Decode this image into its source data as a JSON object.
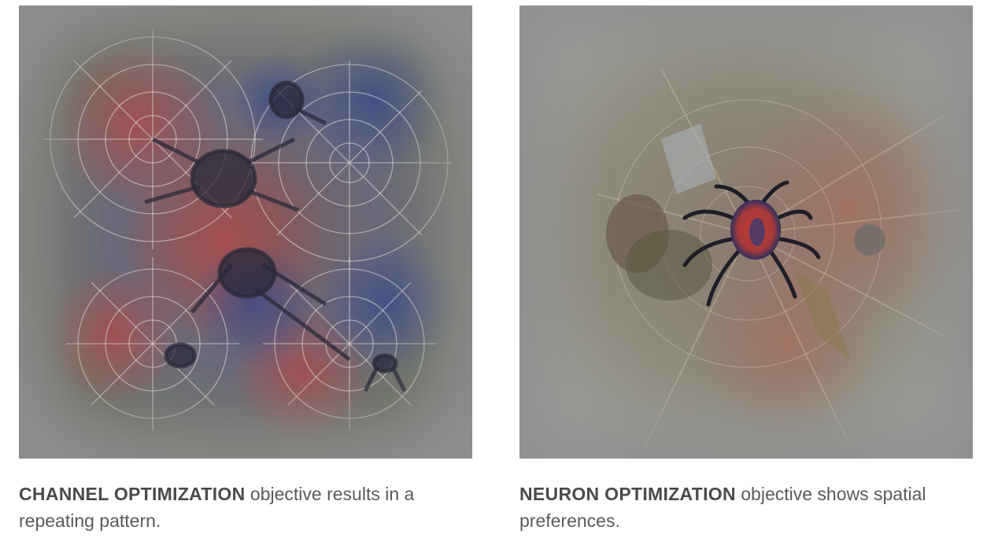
{
  "figures": [
    {
      "lead": "CHANNEL OPTIMIZATION",
      "text": " objective results in a repeating pattern.",
      "image_description_icon": "spider-web-visualization"
    },
    {
      "lead": "NEURON OPTIMIZATION",
      "text": " objective shows spatial preferences.",
      "image_description_icon": "spider-neuron-visualization"
    }
  ],
  "colors": {
    "caption_text": "#5a5a5a",
    "caption_lead": "#4a4a4a",
    "background": "#ffffff"
  }
}
